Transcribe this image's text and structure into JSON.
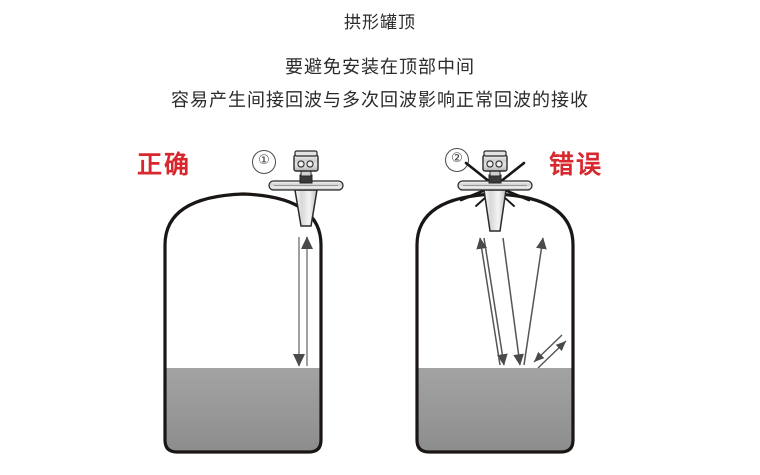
{
  "title": "拱形罐顶",
  "subtitle_line1": "要避免安装在顶部中间",
  "subtitle_line2": "容易产生间接回波与多次回波影响正常回波的接收",
  "labels": {
    "correct": "正确",
    "wrong": "错误"
  },
  "markers": {
    "left": "①",
    "right": "②"
  },
  "colors": {
    "verdict_red": "#d8282f",
    "text_dark": "#2b2b2b",
    "tank_outline": "#1a1614",
    "liquid_top": "#9a9a9a",
    "liquid_bottom": "#8e8e8e",
    "arrow": "#4a4a4a",
    "device_body": "#d9d9d9",
    "scatter_mark": "#1a1614"
  },
  "diagrams": [
    {
      "id": "correct-installation",
      "verdict": "正确",
      "marker": "①",
      "sensor_position": "edge",
      "description": "雷达安装在罐顶边缘，回波垂直反射",
      "echo_type": "单一正常回波",
      "arrows": 2
    },
    {
      "id": "wrong-installation",
      "verdict": "错误",
      "marker": "②",
      "sensor_position": "center",
      "description": "雷达安装在拱顶中间，产生间接回波与多次回波",
      "echo_type": "间接回波 / 多次回波",
      "arrows": 6
    }
  ]
}
